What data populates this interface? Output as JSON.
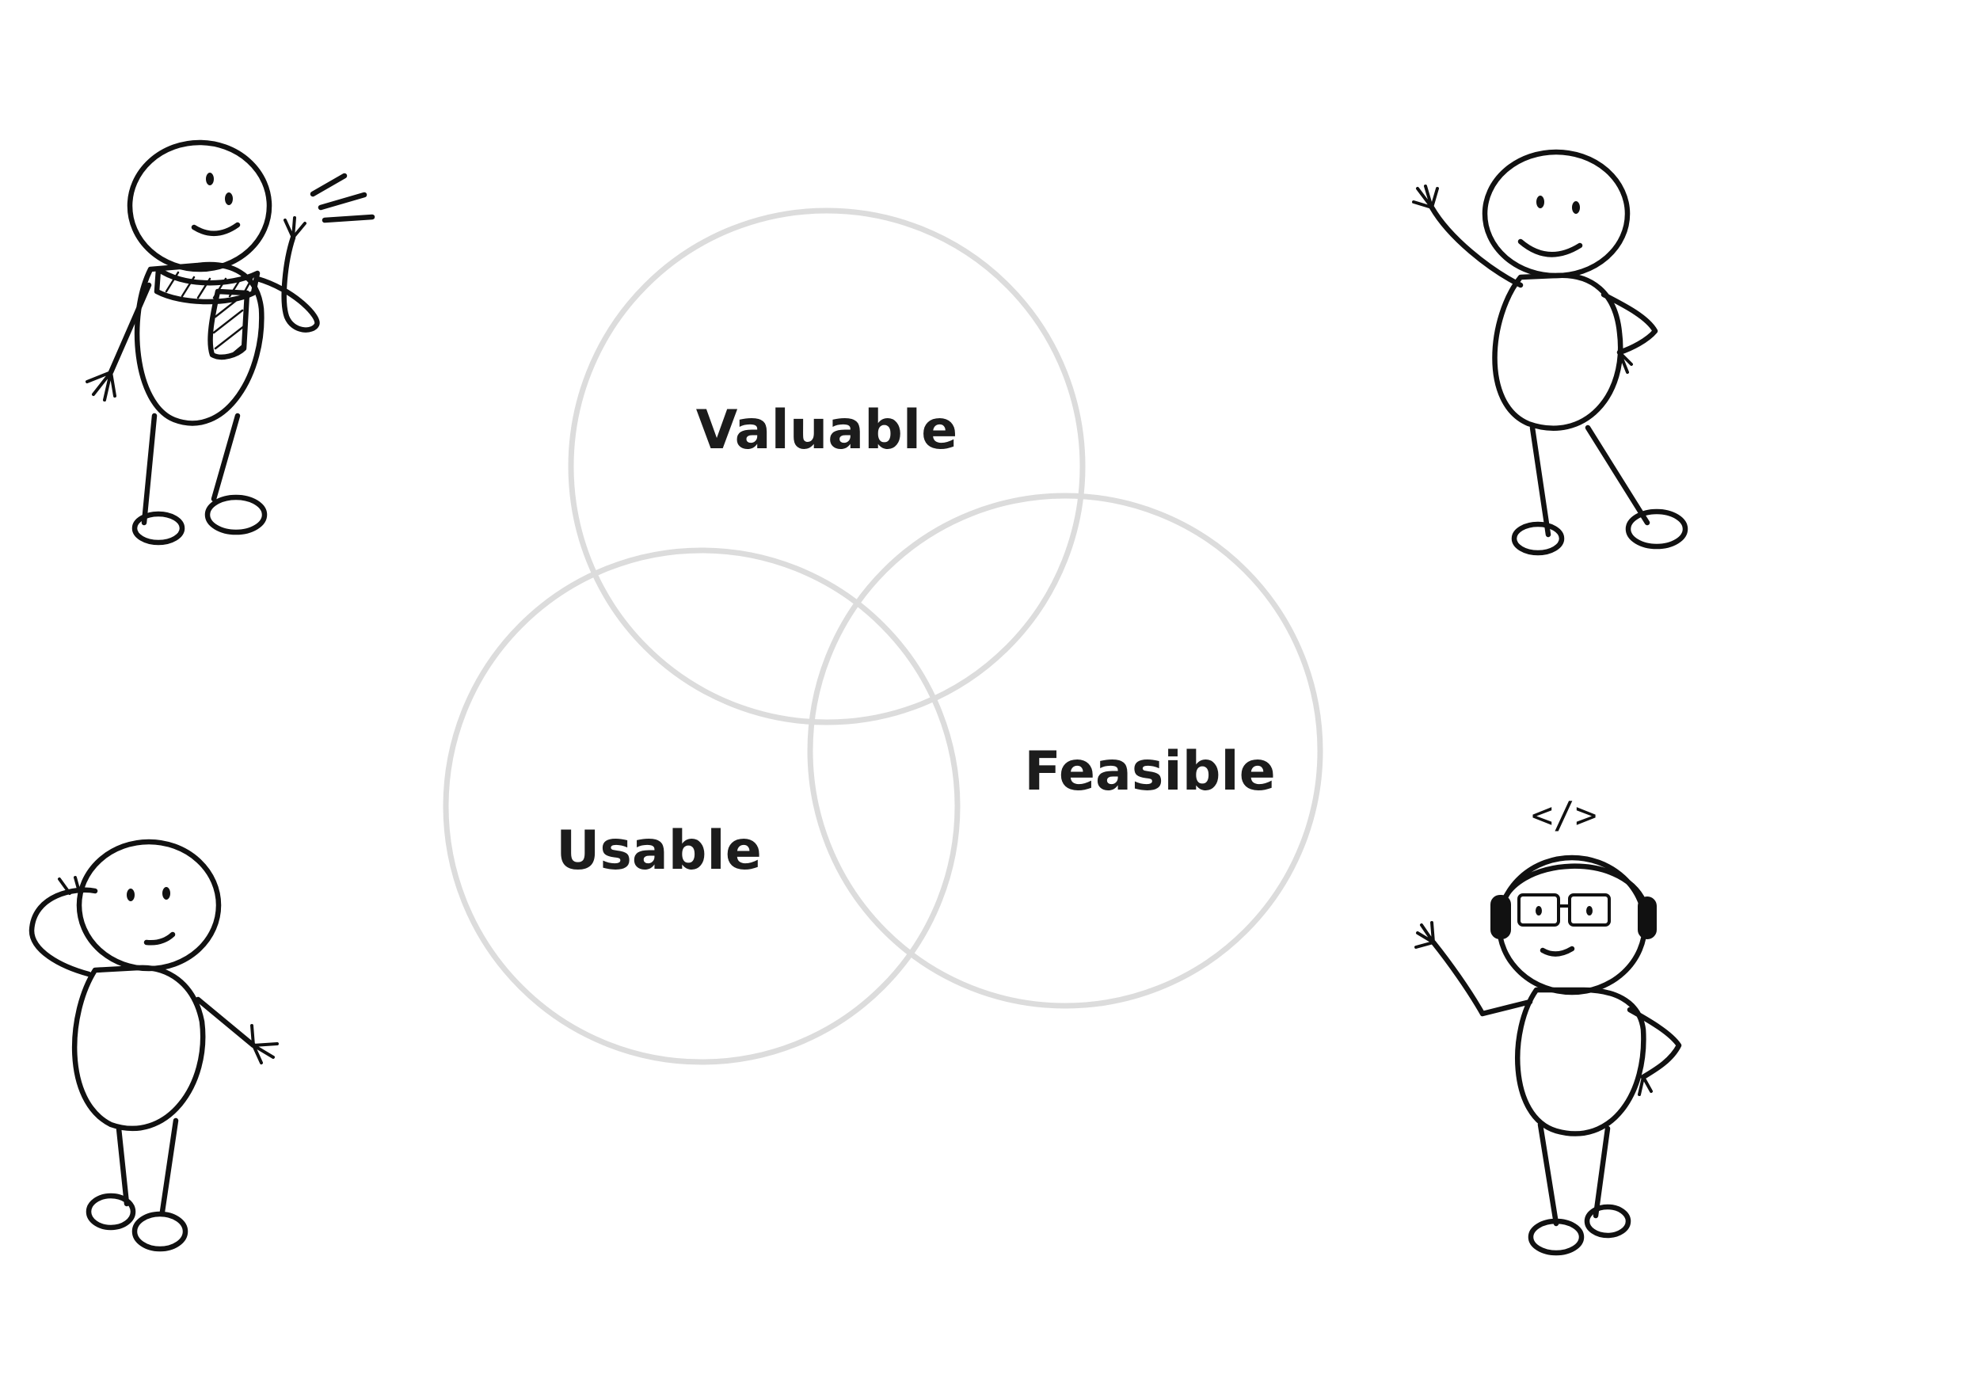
{
  "diagram": {
    "type": "venn",
    "circles": [
      {
        "id": "valuable",
        "label": "Valuable"
      },
      {
        "id": "usable",
        "label": "Usable"
      },
      {
        "id": "feasible",
        "label": "Feasible"
      }
    ],
    "circle_color": "#dcdcdc",
    "label_color": "#1c1c1c"
  },
  "figures": [
    {
      "id": "top-left",
      "icon": "stick-figure-calling-icon"
    },
    {
      "id": "top-right",
      "icon": "stick-figure-waving-icon"
    },
    {
      "id": "bottom-left",
      "icon": "stick-figure-thinking-icon"
    },
    {
      "id": "bottom-right",
      "icon": "stick-figure-developer-icon"
    }
  ],
  "developer_badge": "</>",
  "ink_color": "#111111"
}
